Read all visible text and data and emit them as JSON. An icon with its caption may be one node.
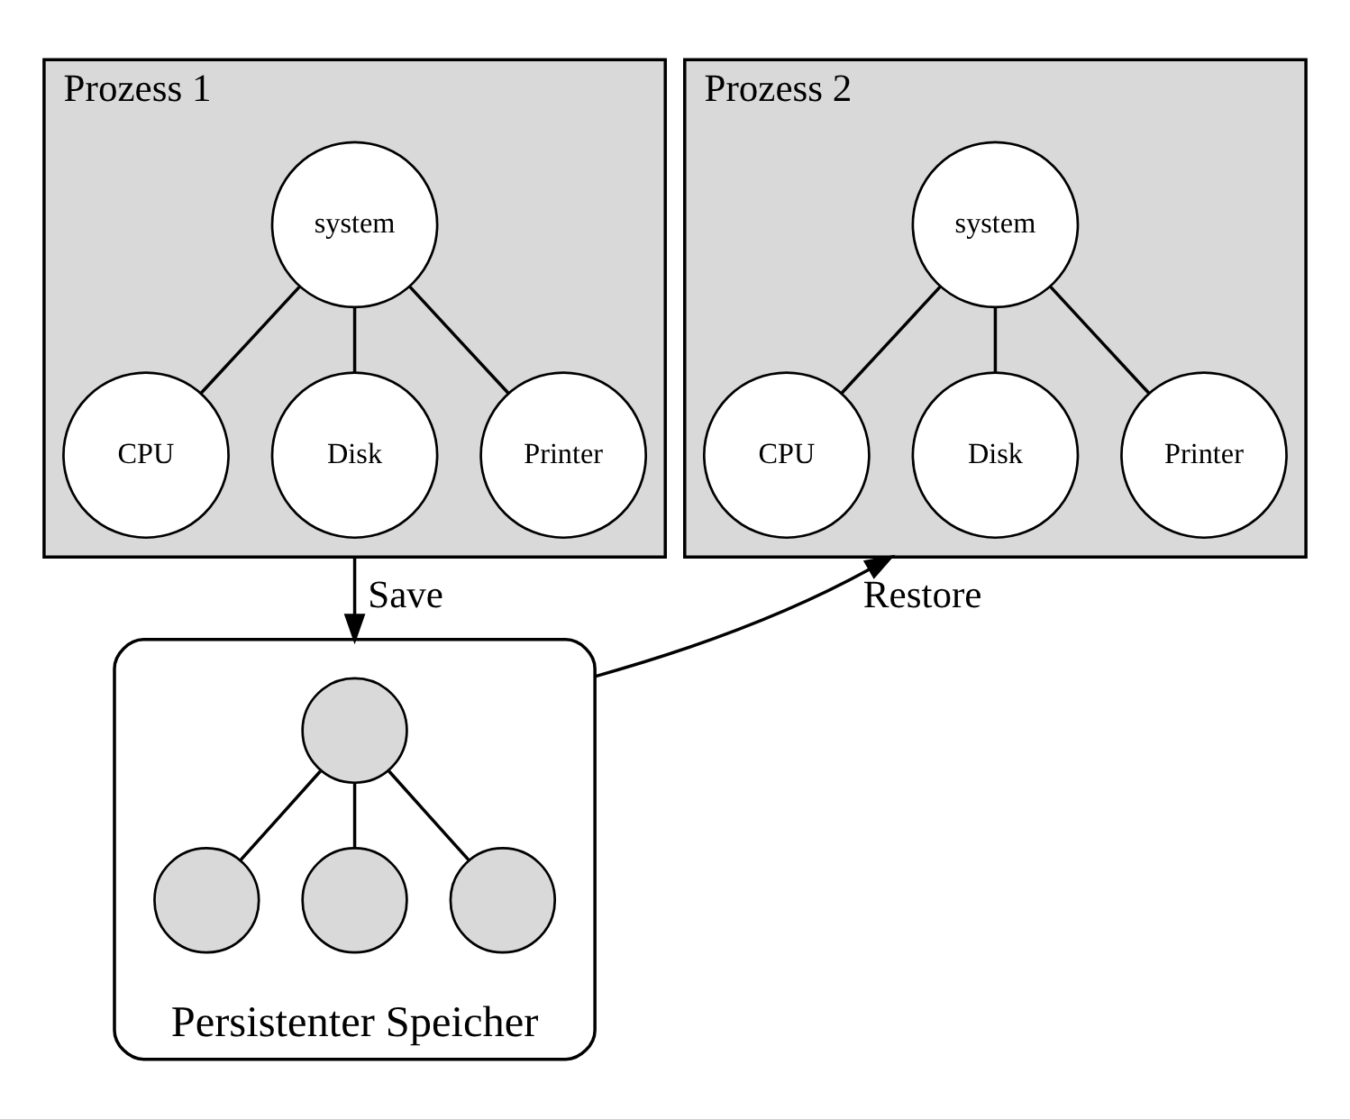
{
  "diagram": {
    "nodes": [
      {
        "text": [
          "Prozess 1"
        ]
      },
      {
        "text": [
          "system"
        ],
        "in": 0
      },
      {
        "text": [
          "CPU"
        ],
        "in": 0
      },
      {
        "text": [
          "Disk"
        ],
        "in": 0
      },
      {
        "text": [
          "Printer"
        ],
        "in": 0
      },
      {
        "text": [
          "Prozess 2"
        ]
      },
      {
        "text": [
          "system"
        ],
        "in": 5
      },
      {
        "text": [
          "CPU"
        ],
        "in": 5
      },
      {
        "text": [
          "Disk"
        ],
        "in": 5
      },
      {
        "text": [
          "Printer"
        ],
        "in": 5
      },
      {
        "text": [
          "Persistenter Speicher"
        ]
      },
      {
        "text": [],
        "shape": "circle",
        "in": 10
      },
      {
        "text": [],
        "shape": "circle",
        "in": 10
      },
      {
        "text": [],
        "shape": "circle",
        "in": 10
      },
      {
        "text": [],
        "shape": "circle",
        "in": 10
      }
    ],
    "edges": [
      {
        "from": 1,
        "to": 2,
        "arrow": "none"
      },
      {
        "from": 1,
        "to": 3,
        "arrow": "none"
      },
      {
        "from": 1,
        "to": 4,
        "arrow": "none"
      },
      {
        "from": 6,
        "to": 7,
        "arrow": "none"
      },
      {
        "from": 6,
        "to": 8,
        "arrow": "none"
      },
      {
        "from": 6,
        "to": 9,
        "arrow": "none"
      },
      {
        "from": 11,
        "to": 12,
        "arrow": "none"
      },
      {
        "from": 11,
        "to": 13,
        "arrow": "none"
      },
      {
        "from": 11,
        "to": 14,
        "arrow": "none"
      },
      {
        "from": 0,
        "to": 10,
        "arrow": "to",
        "label": "Save"
      },
      {
        "from": 10,
        "to": 5,
        "arrow": "to",
        "label": "Restore"
      }
    ]
  }
}
